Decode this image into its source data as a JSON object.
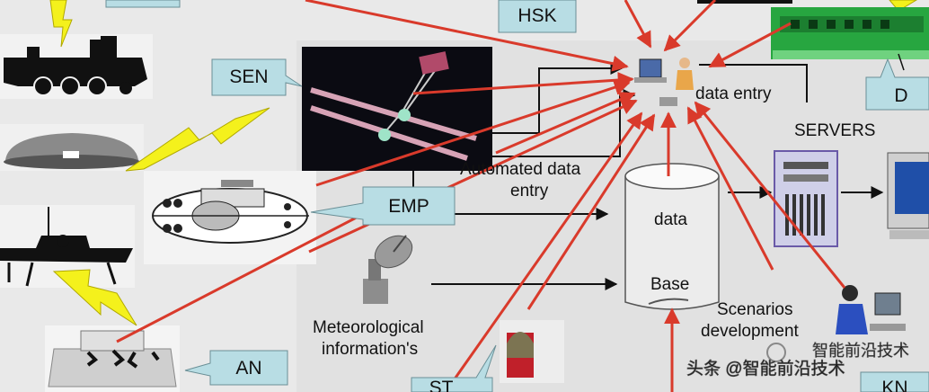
{
  "callouts": {
    "hsk": "HSK",
    "sen": "SEN",
    "emp": "EMP",
    "an": "AN",
    "st": "ST",
    "d": "D",
    "kn": "KN"
  },
  "labels": {
    "data_entry": "data entry",
    "servers": "SERVERS",
    "automated_line1": "Automated data",
    "automated_line2": "entry",
    "db_data": "data",
    "db_base": "Base",
    "scenarios_line1": "Scenarios",
    "scenarios_line2": "development",
    "met_line1": "Meteorological",
    "met_line2": "information's"
  },
  "watermark": {
    "line1": "智能前沿技术",
    "line2": "头条 @智能前沿技术"
  },
  "colors": {
    "callout_fill": "#b8dde4",
    "arrow_red": "#d93a2b",
    "lightning": "#f4f11c",
    "panel_black": "#0b0b12",
    "green_board": "#27a640"
  }
}
